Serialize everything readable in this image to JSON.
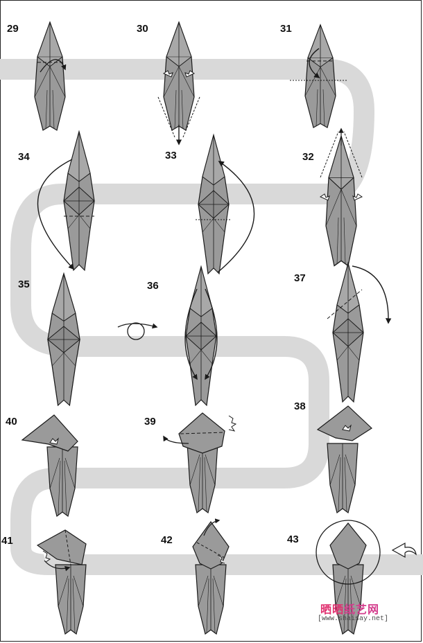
{
  "steps": [
    {
      "label": "29"
    },
    {
      "label": "30"
    },
    {
      "label": "31"
    },
    {
      "label": "32"
    },
    {
      "label": "33"
    },
    {
      "label": "34"
    },
    {
      "label": "35"
    },
    {
      "label": "36"
    },
    {
      "label": "37"
    },
    {
      "label": "38"
    },
    {
      "label": "39"
    },
    {
      "label": "40"
    },
    {
      "label": "41"
    },
    {
      "label": "42"
    },
    {
      "label": "43"
    }
  ],
  "watermark": {
    "brand_part1": "晒晒",
    "brand_part2": "纸艺网",
    "site": "[www.shaisay.net]"
  },
  "colors": {
    "path_band": "#d9d9d9",
    "paper_gray": "#9a9a9a",
    "paper_dark": "#7c7c7c",
    "line": "#1a1a1a",
    "brand": "#e0306f"
  },
  "icons": [
    "turn-over-icon",
    "rotate-arrow-icon",
    "fold-arrow-icon",
    "squash-mark-icon",
    "next-arrow-icon"
  ]
}
